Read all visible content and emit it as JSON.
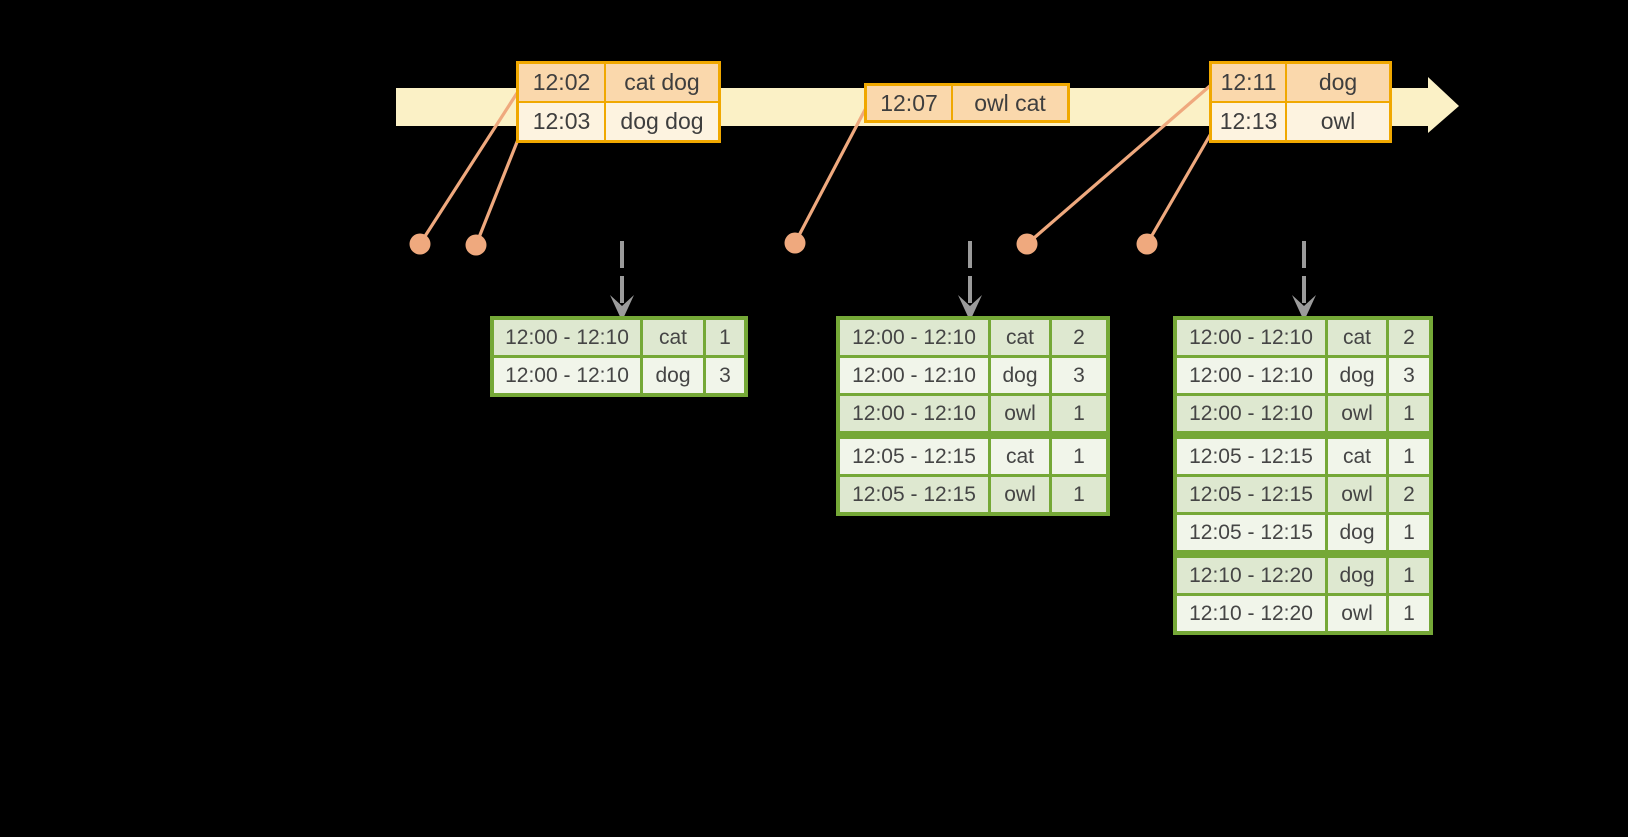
{
  "diagram": {
    "title": "streaming windowed word-count diagram",
    "colors": {
      "background": "#000000",
      "timeline_fill": "#FBF1C6",
      "event_table_border": "#F0A800",
      "event_row_peach": "#FAD8AC",
      "event_row_cream": "#FDF3E0",
      "event_text": "#3E3E3E",
      "connector_salmon": "#EFA97E",
      "trigger_arrow_gray": "#9B9B9B",
      "result_table_border": "#75A837",
      "result_row_dark": "#DEE8D0",
      "result_row_light": "#F1F5EA",
      "result_text": "#454545"
    },
    "event_tables": [
      {
        "rows": [
          {
            "time": "12:02",
            "words": "cat dog"
          },
          {
            "time": "12:03",
            "words": "dog dog"
          }
        ]
      },
      {
        "rows": [
          {
            "time": "12:07",
            "words": "owl cat"
          }
        ]
      },
      {
        "rows": [
          {
            "time": "12:11",
            "words": "dog"
          },
          {
            "time": "12:13",
            "words": "owl"
          }
        ]
      }
    ],
    "result_tables": [
      {
        "rows": [
          {
            "window": "12:00 - 12:10",
            "word": "cat",
            "count": "1"
          },
          {
            "window": "12:00 - 12:10",
            "word": "dog",
            "count": "3"
          }
        ]
      },
      {
        "rows": [
          {
            "window": "12:00 - 12:10",
            "word": "cat",
            "count": "2"
          },
          {
            "window": "12:00 - 12:10",
            "word": "dog",
            "count": "3"
          },
          {
            "window": "12:00 - 12:10",
            "word": "owl",
            "count": "1"
          },
          {
            "window": "12:05 - 12:15",
            "word": "cat",
            "count": "1"
          },
          {
            "window": "12:05 - 12:15",
            "word": "owl",
            "count": "1"
          }
        ]
      },
      {
        "rows": [
          {
            "window": "12:00 - 12:10",
            "word": "cat",
            "count": "2"
          },
          {
            "window": "12:00 - 12:10",
            "word": "dog",
            "count": "3"
          },
          {
            "window": "12:00 - 12:10",
            "word": "owl",
            "count": "1"
          },
          {
            "window": "12:05 - 12:15",
            "word": "cat",
            "count": "1"
          },
          {
            "window": "12:05 - 12:15",
            "word": "owl",
            "count": "2"
          },
          {
            "window": "12:05 - 12:15",
            "word": "dog",
            "count": "1"
          },
          {
            "window": "12:10 - 12:20",
            "word": "dog",
            "count": "1"
          },
          {
            "window": "12:10 - 12:20",
            "word": "owl",
            "count": "1"
          }
        ]
      }
    ]
  }
}
